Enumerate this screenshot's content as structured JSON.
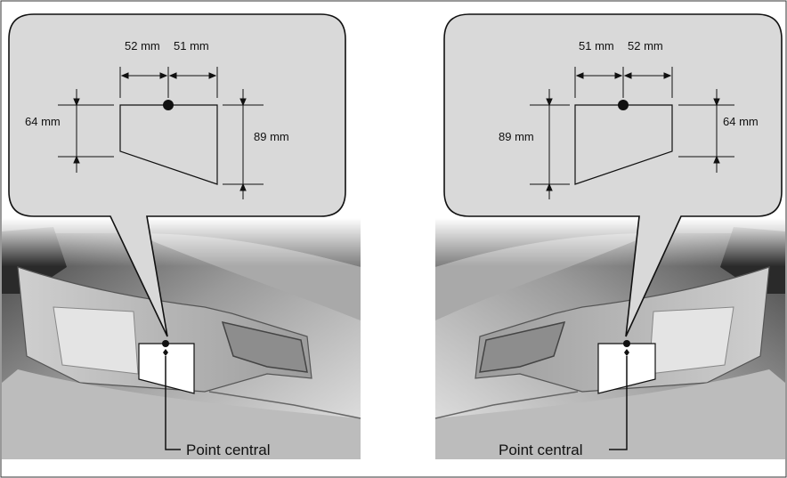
{
  "left_panel": {
    "dim_top_left": "52 mm",
    "dim_top_right": "51 mm",
    "dim_left_side": "64 mm",
    "dim_right_side": "89 mm",
    "point_label": "Point central"
  },
  "right_panel": {
    "dim_top_left": "51 mm",
    "dim_top_right": "52 mm",
    "dim_left_side": "89 mm",
    "dim_right_side": "64 mm",
    "point_label": "Point central"
  },
  "colors": {
    "callout_fill": "#d9d9d9",
    "car_body": "#8a8a8a",
    "line": "#111111"
  }
}
